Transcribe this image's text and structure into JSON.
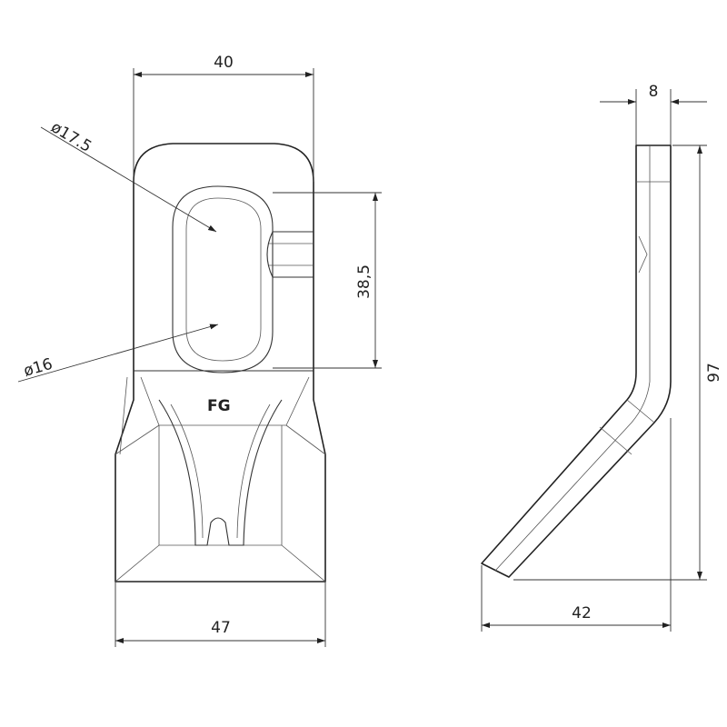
{
  "drawing": {
    "front_view": {
      "width_top": "40",
      "hole_large_diameter": "ø17.5",
      "slot_length": "38,5",
      "hole_small_diameter": "ø16",
      "logo": "FG",
      "width_bottom": "47"
    },
    "side_view": {
      "thickness": "8",
      "height": "97",
      "depth": "42"
    }
  }
}
